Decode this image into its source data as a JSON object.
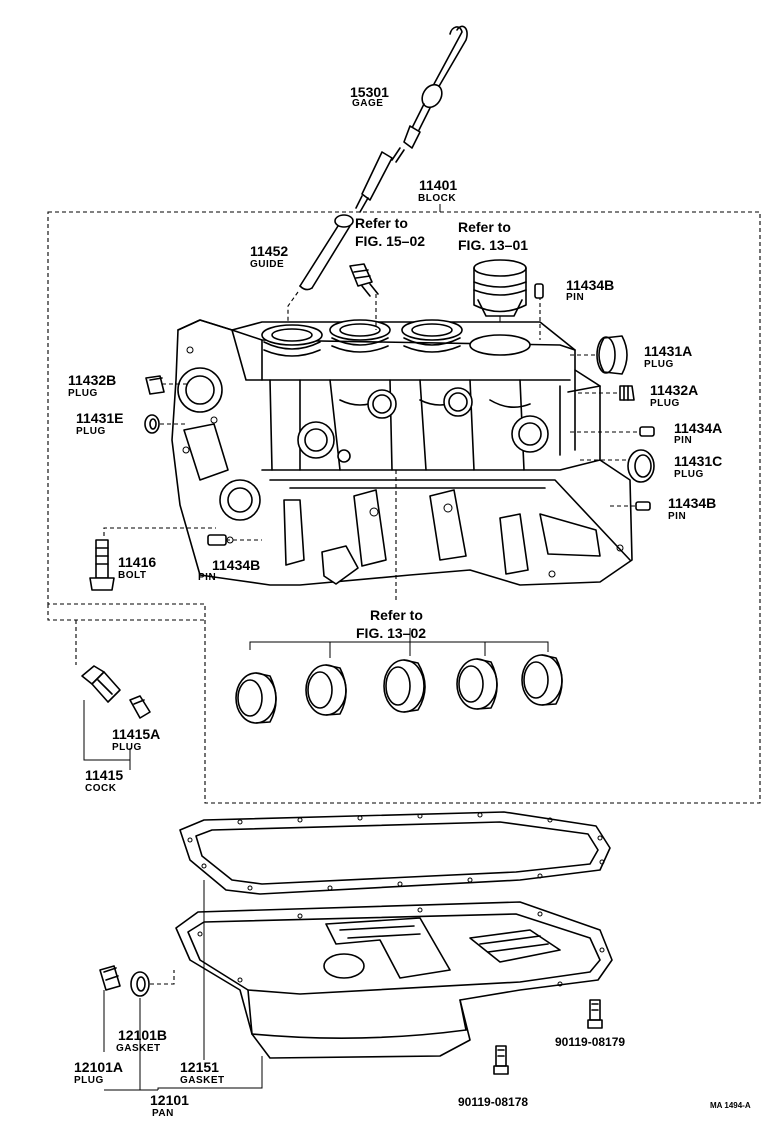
{
  "labels": {
    "gage_num": "15301",
    "gage_name": "GAGE",
    "block_num": "11401",
    "block_name": "BLOCK",
    "guide_num": "11452",
    "guide_name": "GUIDE",
    "ref_a_1": "Refer to",
    "ref_a_2": "FIG. 15–02",
    "ref_b_1": "Refer to",
    "ref_b_2": "FIG. 13–01",
    "pin_b_top_num": "11434B",
    "pin_b_top_name": "PIN",
    "plug_a_num": "11431A",
    "plug_a_name": "PLUG",
    "plug_2a_num": "11432A",
    "plug_2a_name": "PLUG",
    "pin_a_num": "11434A",
    "pin_a_name": "PIN",
    "plug_c_num": "11431C",
    "plug_c_name": "PLUG",
    "pin_b_right_num": "11434B",
    "pin_b_right_name": "PIN",
    "plug_2b_num": "11432B",
    "plug_2b_name": "PLUG",
    "plug_e_num": "11431E",
    "plug_e_name": "PLUG",
    "bolt_num": "11416",
    "bolt_name": "BOLT",
    "pin_b_low_num": "11434B",
    "pin_b_low_name": "PIN",
    "ref_c_1": "Refer to",
    "ref_c_2": "FIG. 13–02",
    "cock_plug_num": "11415A",
    "cock_plug_name": "PLUG",
    "cock_num": "11415",
    "cock_name": "COCK",
    "drain_gasket_num": "12101B",
    "drain_gasket_name": "GASKET",
    "drain_plug_num": "12101A",
    "drain_plug_name": "PLUG",
    "pan_gasket_num": "12151",
    "pan_gasket_name": "GASKET",
    "pan_num": "12101",
    "pan_name": "PAN",
    "bolt_code_1": "90119-08179",
    "bolt_code_2": "90119-08178",
    "drawing_code": "MA 1494-A"
  }
}
